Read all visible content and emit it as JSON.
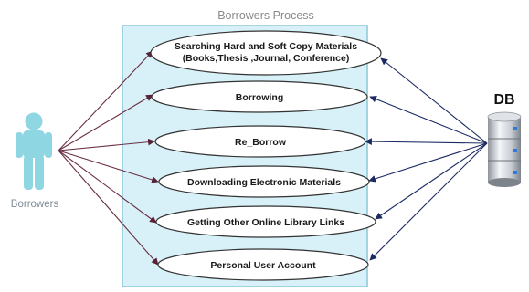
{
  "system": {
    "title": "Borrowers Process"
  },
  "actor": {
    "label": "Borrowers",
    "icon": "person-icon",
    "color": "#8fd6e3"
  },
  "database": {
    "label": "DB",
    "icon": "database-server-icon"
  },
  "use_cases": [
    {
      "line1": "Searching Hard and Soft Copy Materials",
      "line2": "(Books,Thesis ,Journal, Conference)"
    },
    {
      "line1": "Borrowing"
    },
    {
      "line1": "Re_Borrow"
    },
    {
      "line1": "Downloading Electronic Materials"
    },
    {
      "line1": "Getting Other Online Library Links"
    },
    {
      "line1": "Personal User Account"
    }
  ],
  "colors": {
    "system_fill": "#d8f1f8",
    "system_border": "#8cc6d7",
    "actor_arrow": "#6a2f43",
    "db_arrow": "#1c2a63"
  }
}
